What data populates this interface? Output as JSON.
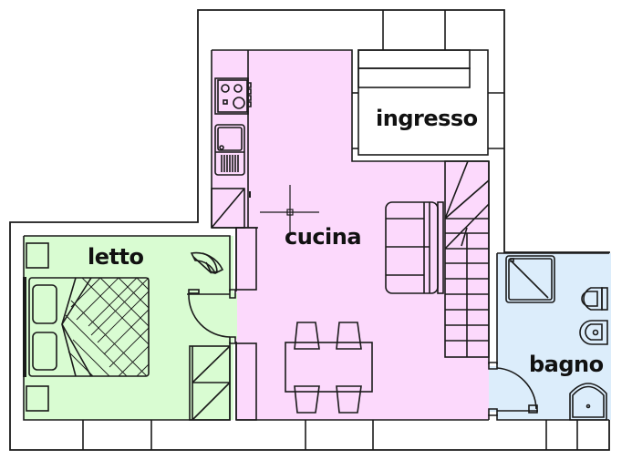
{
  "plan": {
    "type": "floor-plan",
    "colors": {
      "kitchen": "#fcd9fc",
      "bedroom": "#d9fcd2",
      "bathroom": "#dcedfb",
      "entrance": "#ffffff",
      "wall_line": "#1a1a1a",
      "background": "#ffffff"
    },
    "rooms": [
      {
        "id": "cucina",
        "label": "cucina"
      },
      {
        "id": "letto",
        "label": "letto"
      },
      {
        "id": "bagno",
        "label": "bagno"
      },
      {
        "id": "ingresso",
        "label": "ingresso"
      }
    ]
  }
}
